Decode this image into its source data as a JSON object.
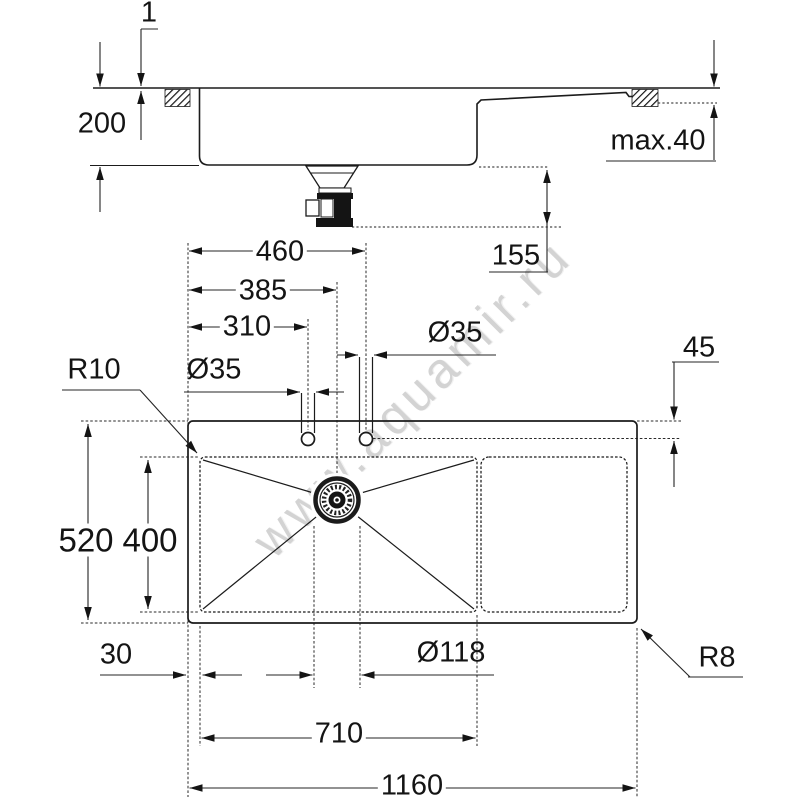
{
  "watermark": {
    "text": "www.aquamir.ru"
  },
  "side_view": {
    "rim_height": "1",
    "bowl_depth": "200",
    "countertop_max_thickness": "max.40",
    "trap_depth": "155"
  },
  "plan_view": {
    "tap_holes_span": "460",
    "drain_center_offset": "385",
    "tap_hole_offset": "310",
    "tap_hole_dia_left": "Ø35",
    "tap_hole_dia_right": "Ø35",
    "bowl_corner_radius": "R10",
    "rim_top_width": "45",
    "overall_width": "520",
    "bowl_width": "400",
    "edge_gap": "30",
    "drain_dia": "Ø118",
    "bowl_length": "710",
    "overall_length": "1160",
    "outer_corner_radius": "R8"
  }
}
